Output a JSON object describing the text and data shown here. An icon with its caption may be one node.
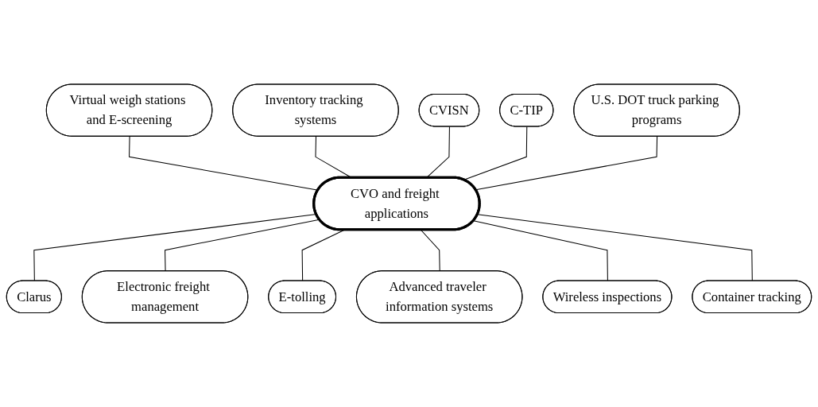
{
  "diagram": {
    "nodes": [
      {
        "text": [
          "CVO and freight applications"
        ]
      },
      {
        "text": [
          "Virtual weigh stations and E-screening"
        ]
      },
      {
        "text": [
          "Inventory tracking systems"
        ]
      },
      {
        "text": [
          "CVISN"
        ]
      },
      {
        "text": [
          "C-TIP"
        ]
      },
      {
        "text": [
          "U.S. DOT truck parking programs"
        ]
      },
      {
        "text": [
          "Clarus"
        ]
      },
      {
        "text": [
          "Electronic freight management"
        ]
      },
      {
        "text": [
          "E-tolling"
        ]
      },
      {
        "text": [
          "Advanced traveler information systems"
        ]
      },
      {
        "text": [
          "Wireless inspections"
        ]
      },
      {
        "text": [
          "Container tracking"
        ]
      }
    ],
    "edges": [
      {
        "from": 1,
        "to": 0,
        "arrow": "none"
      },
      {
        "from": 2,
        "to": 0,
        "arrow": "none"
      },
      {
        "from": 3,
        "to": 0,
        "arrow": "none"
      },
      {
        "from": 4,
        "to": 0,
        "arrow": "none"
      },
      {
        "from": 5,
        "to": 0,
        "arrow": "none"
      },
      {
        "from": 0,
        "to": 6,
        "arrow": "none"
      },
      {
        "from": 0,
        "to": 7,
        "arrow": "none"
      },
      {
        "from": 0,
        "to": 8,
        "arrow": "none"
      },
      {
        "from": 0,
        "to": 9,
        "arrow": "none"
      },
      {
        "from": 0,
        "to": 10,
        "arrow": "none"
      },
      {
        "from": 0,
        "to": 11,
        "arrow": "none"
      }
    ]
  }
}
